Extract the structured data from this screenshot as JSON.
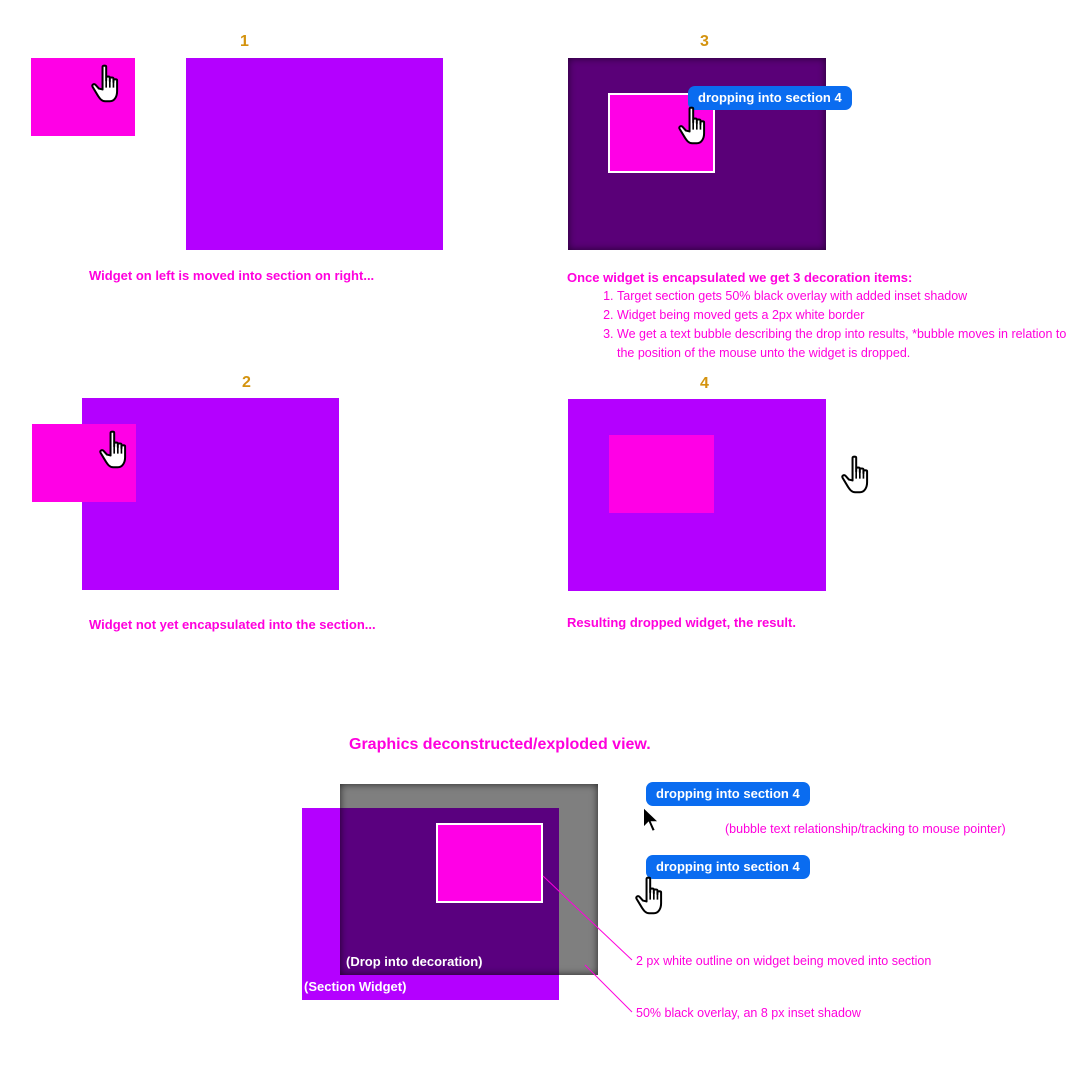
{
  "colors": {
    "widget": "#ff00e6",
    "section": "#b400ff",
    "section_overlay": "#5a0078",
    "bubble": "#0a6cf0",
    "caption": "#ff00dd",
    "step_number": "#d4930e",
    "overlay_grey": "#808080"
  },
  "step1": {
    "number": "1",
    "caption": "Widget on left  is moved into section on right..."
  },
  "step2": {
    "number": "2",
    "caption": "Widget not yet encapsulated into the section..."
  },
  "step3": {
    "number": "3",
    "bubble": "dropping into section 4",
    "caption_title": "Once widget is encapsulated we get 3 decoration items:",
    "items": [
      "Target section gets 50% black overlay with added inset shadow",
      "Widget being moved gets a 2px white border",
      "We get a text bubble describing the drop into results, *bubble moves in relation to the position of the mouse unto the widget is dropped."
    ]
  },
  "step4": {
    "number": "4",
    "caption": "Resulting dropped widget, the result."
  },
  "exploded": {
    "title": "Graphics deconstructed/exploded view.",
    "drop_decoration_label": "(Drop into decoration)",
    "section_widget_label": "(Section Widget)",
    "bubble_top": "dropping into section 4",
    "bubble_bottom": "dropping into section 4",
    "bubble_note": "(bubble text relationship/tracking to mouse pointer)",
    "outline_note": "2 px white outline on widget being moved into section",
    "overlay_note": "50% black overlay, an 8 px inset shadow"
  },
  "icons": [
    "hand-pointer-icon",
    "arrow-pointer-icon"
  ]
}
